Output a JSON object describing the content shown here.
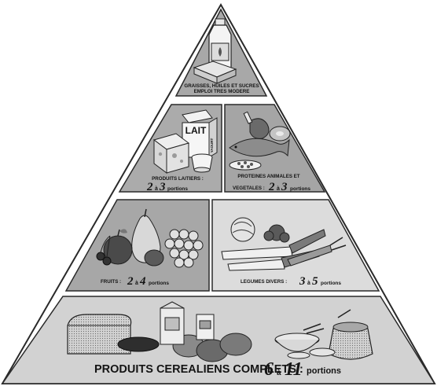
{
  "pyramid": {
    "top": {
      "line1": "GRAISSES, HUILES ET SUCRES",
      "line2": "EMPLOI TRES MODERE"
    },
    "dairy": {
      "carton_text": "LAIT",
      "carton_side": "YAOURT",
      "label": "PRODUITS LAITIERS :",
      "min": "2",
      "sep": "à",
      "max": "3",
      "unit": "portions"
    },
    "protein": {
      "line1": "PROTEINES ANIMALES ET",
      "line2_prefix": "VEGETALES :",
      "min": "2",
      "sep": "à",
      "max": "3",
      "unit": "portions"
    },
    "fruits": {
      "label": "FRUITS :",
      "min": "2",
      "sep": "à",
      "max": "4",
      "unit": "portions"
    },
    "vegetables": {
      "label": "LEGUMES DIVERS :",
      "min": "3",
      "sep": "à",
      "max": "5",
      "unit": "portions"
    },
    "cereals": {
      "label": "PRODUITS CEREALIENS COMPLETS :",
      "min": "6",
      "sep": "à",
      "max": "11",
      "unit": "portions"
    }
  }
}
